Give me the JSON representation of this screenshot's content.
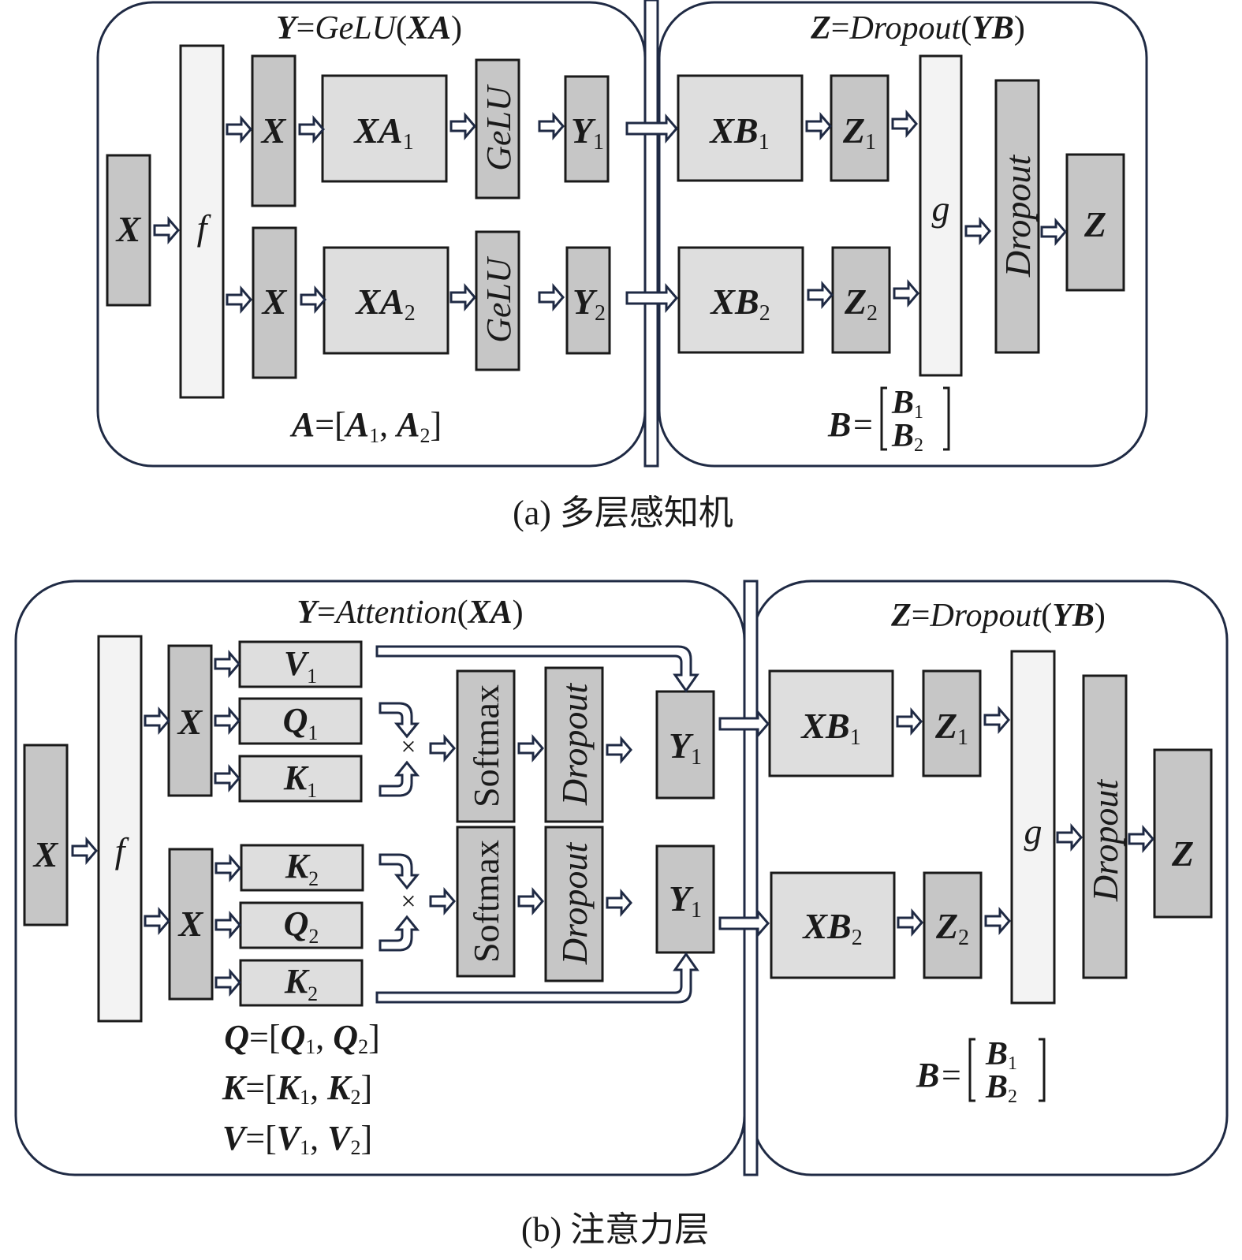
{
  "figure_a": {
    "caption": "(a)  多层感知机",
    "left_panel": {
      "title": {
        "lhs": "Y",
        "eq": "=",
        "fn": "GeLU",
        "open": "(",
        "arg": "XA",
        "close": ")"
      },
      "input": "X",
      "split_fn": "f",
      "branches": [
        {
          "x": "X",
          "xa": "XA",
          "xa_sub": "1",
          "act": "GeLU",
          "y": "Y",
          "y_sub": "1"
        },
        {
          "x": "X",
          "xa": "XA",
          "xa_sub": "2",
          "act": "GeLU",
          "y": "Y",
          "y_sub": "2"
        }
      ],
      "footer": {
        "lhs": "A",
        "eq": "=[",
        "a1": "A",
        "a1_sub": "1",
        "sep": ", ",
        "a2": "A",
        "a2_sub": "2",
        "close": "]"
      }
    },
    "right_panel": {
      "title": {
        "lhs": "Z",
        "eq": "=",
        "fn": "Dropout",
        "open": "(",
        "arg": "YB",
        "close": ")"
      },
      "branches": [
        {
          "xb": "XB",
          "xb_sub": "1",
          "z": "Z",
          "z_sub": "1"
        },
        {
          "xb": "XB",
          "xb_sub": "2",
          "z": "Z",
          "z_sub": "2"
        }
      ],
      "merge_fn": "g",
      "dropout": "Dropout",
      "output": "Z",
      "footer": {
        "lhs": "B",
        "eq": "=",
        "b1": "B",
        "b1_sub": "1",
        "b2": "B",
        "b2_sub": "2"
      }
    }
  },
  "figure_b": {
    "caption": "(b)  注意力层",
    "left_panel": {
      "title": {
        "lhs": "Y",
        "eq": "=",
        "fn": "Attention",
        "open": "(",
        "arg": "XA",
        "close": ")"
      },
      "input": "X",
      "split_fn": "f",
      "branches": [
        {
          "x": "X",
          "v": {
            "sym": "V",
            "sub": "1"
          },
          "q": {
            "sym": "Q",
            "sub": "1"
          },
          "k": {
            "sym": "K",
            "sub": "1"
          },
          "mul": "×",
          "softmax": "Softmax",
          "dropout": "Dropout",
          "y": "Y",
          "y_sub": "1"
        },
        {
          "x": "X",
          "k_top": {
            "sym": "K",
            "sub": "2"
          },
          "q": {
            "sym": "Q",
            "sub": "2"
          },
          "k": {
            "sym": "K",
            "sub": "2"
          },
          "mul": "×",
          "softmax": "Softmax",
          "dropout": "Dropout",
          "y": "Y",
          "y_sub": "1"
        }
      ],
      "footer": [
        {
          "lhs": "Q",
          "eq": "=[",
          "a": "Q",
          "a_sub": "1",
          "sep": ", ",
          "b": "Q",
          "b_sub": "2",
          "close": "]"
        },
        {
          "lhs": "K",
          "eq": "=[",
          "a": "K",
          "a_sub": "1",
          "sep": ", ",
          "b": "K",
          "b_sub": "2",
          "close": "]"
        },
        {
          "lhs": "V",
          "eq": "=[",
          "a": "V",
          "a_sub": "1",
          "sep": ", ",
          "b": "V",
          "b_sub": "2",
          "close": "]"
        }
      ]
    },
    "right_panel": {
      "title": {
        "lhs": "Z",
        "eq": "=",
        "fn": "Dropout",
        "open": "(",
        "arg": "YB",
        "close": ")"
      },
      "branches": [
        {
          "xb": "XB",
          "xb_sub": "1",
          "z": "Z",
          "z_sub": "1"
        },
        {
          "xb": "XB",
          "xb_sub": "2",
          "z": "Z",
          "z_sub": "2"
        }
      ],
      "merge_fn": "g",
      "dropout": "Dropout",
      "output": "Z",
      "footer": {
        "lhs": "B",
        "eq": "=",
        "b1": "B",
        "b1_sub": "1",
        "b2": "B",
        "b2_sub": "2"
      }
    }
  },
  "colors": {
    "outline": "#1f2a44",
    "box_dark": "#c6c6c6",
    "box_mid": "#dedede",
    "box_light": "#f3f3f3"
  }
}
